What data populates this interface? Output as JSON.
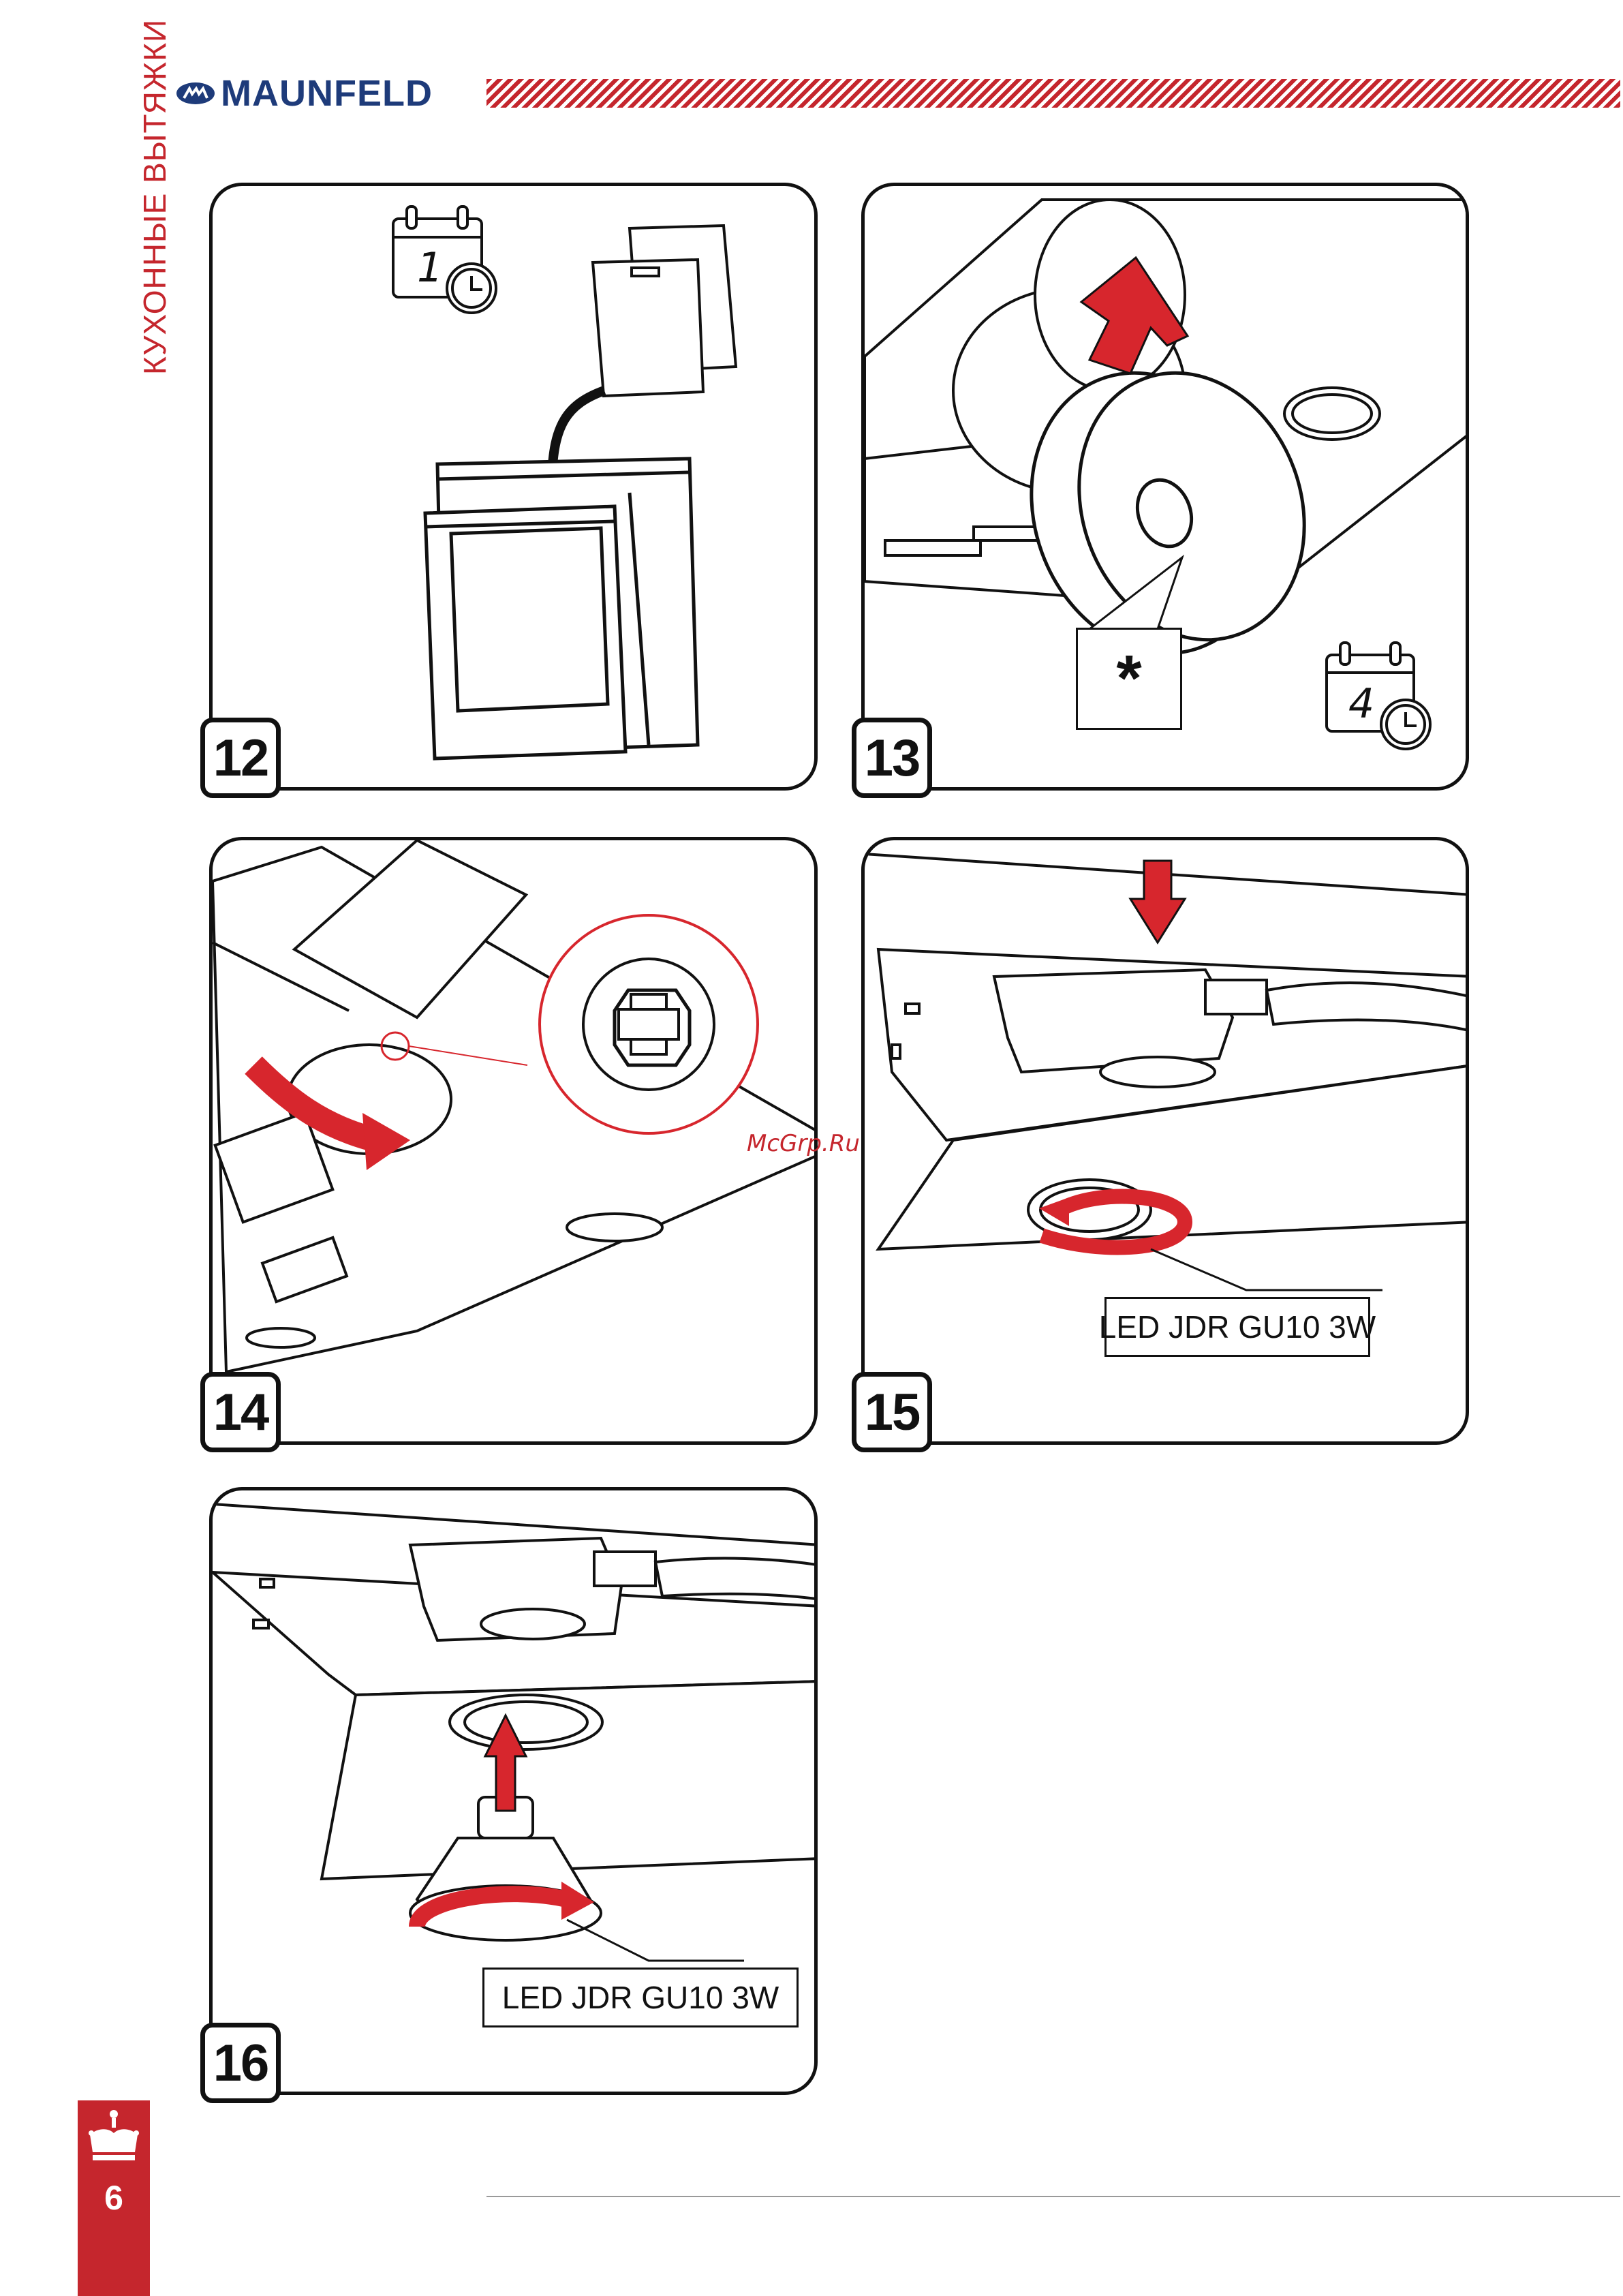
{
  "header": {
    "side_title": "КУХОННЫЕ ВЫТЯЖКИ",
    "brand": "MAUNFELD"
  },
  "colors": {
    "accent": "#c5262d",
    "brand": "#1e3b7a",
    "ink": "#111111"
  },
  "steps": [
    {
      "number": "12",
      "icons": [
        "calendar-icon",
        "clock-icon",
        "grease-filter",
        "dishwasher"
      ],
      "calendar_value": "1"
    },
    {
      "number": "13",
      "icons": [
        "carbon-filter",
        "up-arrow-icon",
        "calendar-icon",
        "clock-icon"
      ],
      "calendar_value": "4",
      "note_mark": "*"
    },
    {
      "number": "14",
      "icons": [
        "motor-unit",
        "red-arrow-icon",
        "zoom-circle"
      ]
    },
    {
      "number": "15",
      "icons": [
        "lamp-housing",
        "down-arrow-icon",
        "rotate-arrow-icon"
      ],
      "label": "LED JDR GU10 3W"
    },
    {
      "number": "16",
      "icons": [
        "gu10-bulb",
        "up-arrow-icon",
        "rotate-arrow-icon"
      ],
      "label": "LED JDR GU10 3W"
    }
  ],
  "watermark": "McGrp.Ru",
  "footer": {
    "page_number": "6",
    "emblem": "crown-icon"
  }
}
